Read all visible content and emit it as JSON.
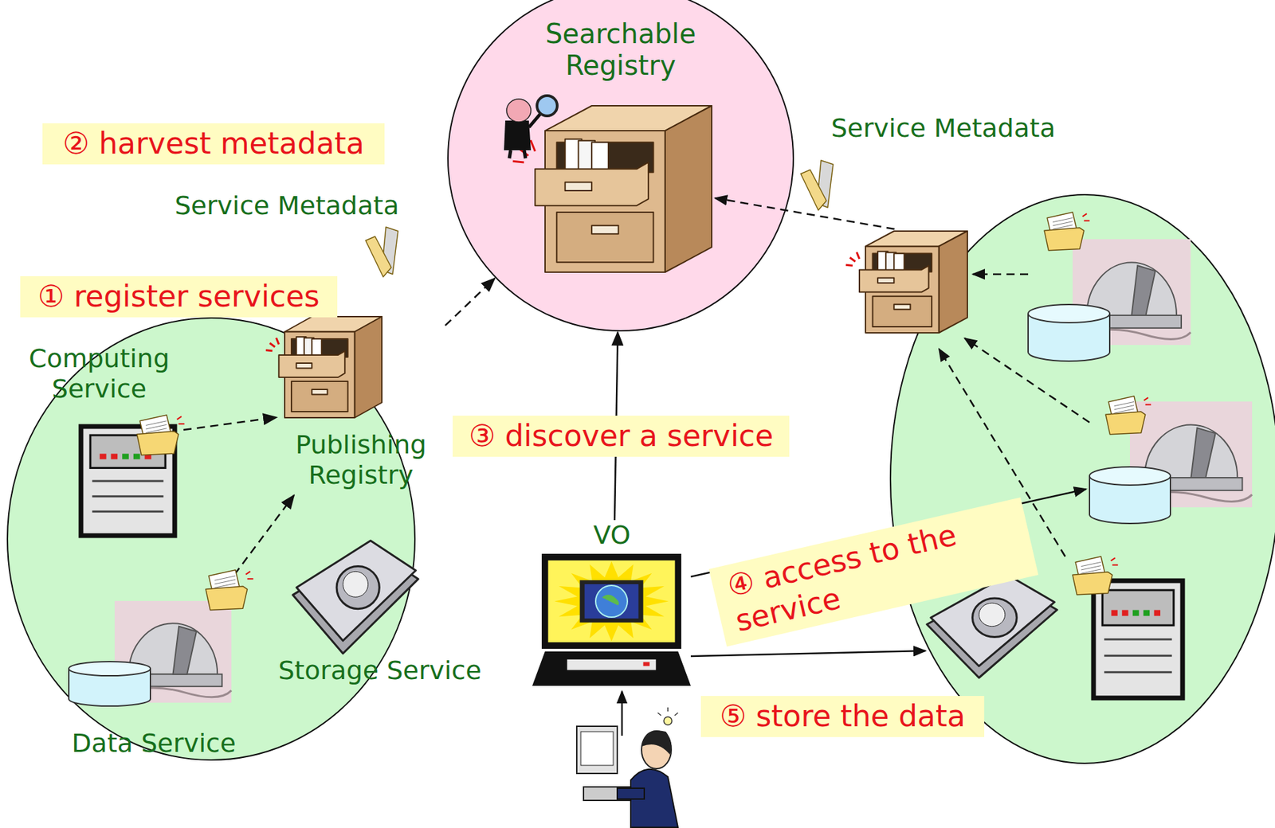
{
  "diagram": {
    "nodes": [
      {
        "text": [
          "Searchable Registry"
        ]
      },
      {
        "text": [
          "Computing Service"
        ]
      },
      {
        "text": [
          "Publishing Registry"
        ]
      },
      {
        "text": [
          "Data Service"
        ]
      },
      {
        "text": [
          "Storage Service"
        ]
      },
      {
        "text": [
          "VO"
        ]
      }
    ],
    "edges": [
      {
        "from": 1,
        "to": 2,
        "arrow": "to"
      },
      {
        "from": 3,
        "to": 2,
        "arrow": "to"
      },
      {
        "from": 2,
        "to": 0,
        "arrow": "to"
      },
      {
        "from": 5,
        "to": 0,
        "arrow": "to"
      }
    ],
    "labels": [
      "② harvest metadata",
      "Service Metadata",
      "① register services",
      "③ discover a service",
      "Service Metadata",
      "④ access to the service",
      "⑤ store the data"
    ]
  }
}
